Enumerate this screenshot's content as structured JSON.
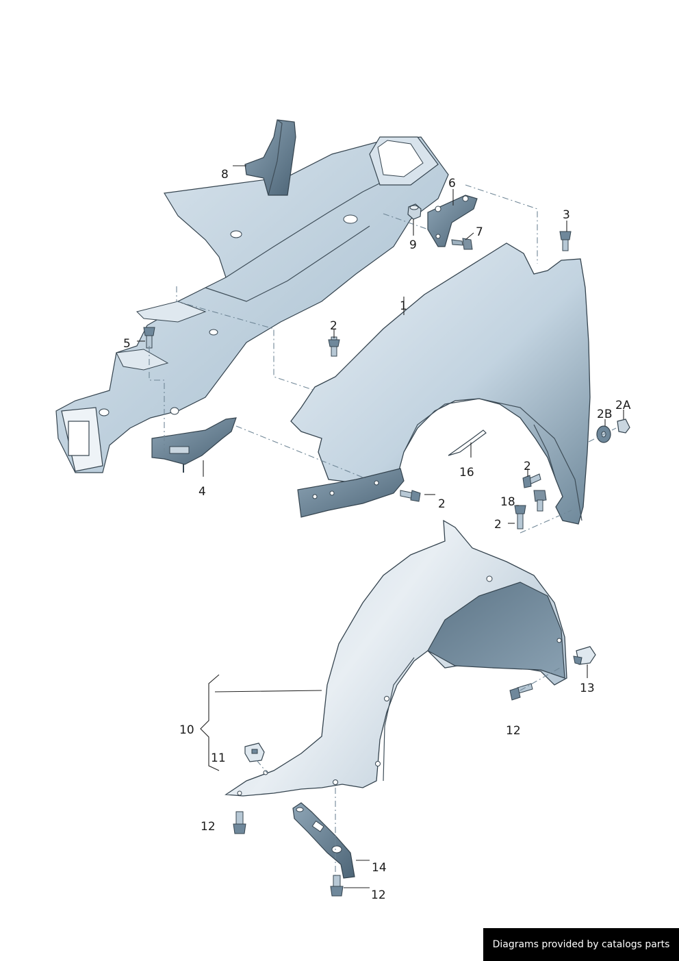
{
  "callouts": [
    {
      "id": "1",
      "text": "1"
    },
    {
      "id": "2a",
      "text": "2"
    },
    {
      "id": "2b",
      "text": "2"
    },
    {
      "id": "2c",
      "text": "2"
    },
    {
      "id": "2d",
      "text": "2"
    },
    {
      "id": "2A",
      "text": "2A"
    },
    {
      "id": "2B",
      "text": "2B"
    },
    {
      "id": "3",
      "text": "3"
    },
    {
      "id": "4",
      "text": "4"
    },
    {
      "id": "5",
      "text": "5"
    },
    {
      "id": "6",
      "text": "6"
    },
    {
      "id": "7",
      "text": "7"
    },
    {
      "id": "8",
      "text": "8"
    },
    {
      "id": "9",
      "text": "9"
    },
    {
      "id": "10",
      "text": "10"
    },
    {
      "id": "11",
      "text": "11"
    },
    {
      "id": "12a",
      "text": "12"
    },
    {
      "id": "12b",
      "text": "12"
    },
    {
      "id": "12c",
      "text": "12"
    },
    {
      "id": "13",
      "text": "13"
    },
    {
      "id": "14",
      "text": "14"
    },
    {
      "id": "16",
      "text": "16"
    },
    {
      "id": "18",
      "text": "18"
    }
  ],
  "footer": {
    "credit": "Diagrams provided by catalogs parts"
  },
  "colors": {
    "part_fill": "#c3d3df",
    "part_shade": "#8fa5b6",
    "part_dark": "#5b7284",
    "outline": "#34434e",
    "badge": "#000000"
  }
}
